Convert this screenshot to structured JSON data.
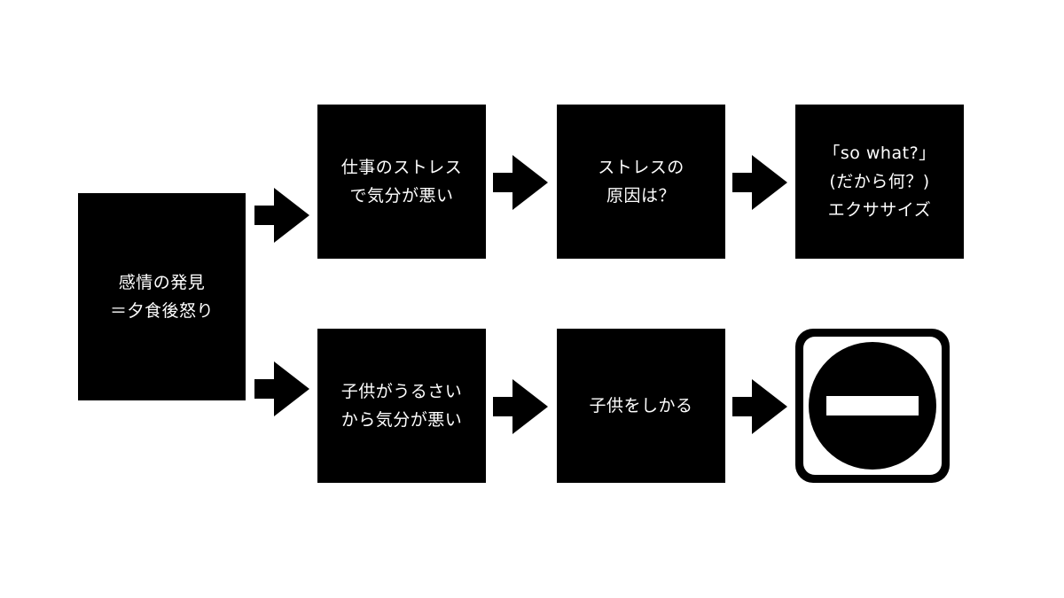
{
  "colors": {
    "background": "#ffffff",
    "box_fill": "#000000",
    "box_text": "#ffffff",
    "arrow": "#000000"
  },
  "start_box": {
    "lines": [
      "感情の発見",
      "＝夕食後怒り"
    ]
  },
  "top_row": {
    "box1": {
      "lines": [
        "仕事のストレス",
        "で気分が悪い"
      ]
    },
    "box2": {
      "lines": [
        "ストレスの",
        "原因は？"
      ]
    },
    "box3": {
      "lines": [
        "「so what?」",
        "(だから何？)",
        "エクササイズ"
      ]
    }
  },
  "bottom_row": {
    "box1": {
      "lines": [
        "子供がうるさい",
        "から気分が悪い"
      ]
    },
    "box2": {
      "lines": [
        "子供をしかる"
      ]
    },
    "end_icon": "no-entry-icon"
  }
}
